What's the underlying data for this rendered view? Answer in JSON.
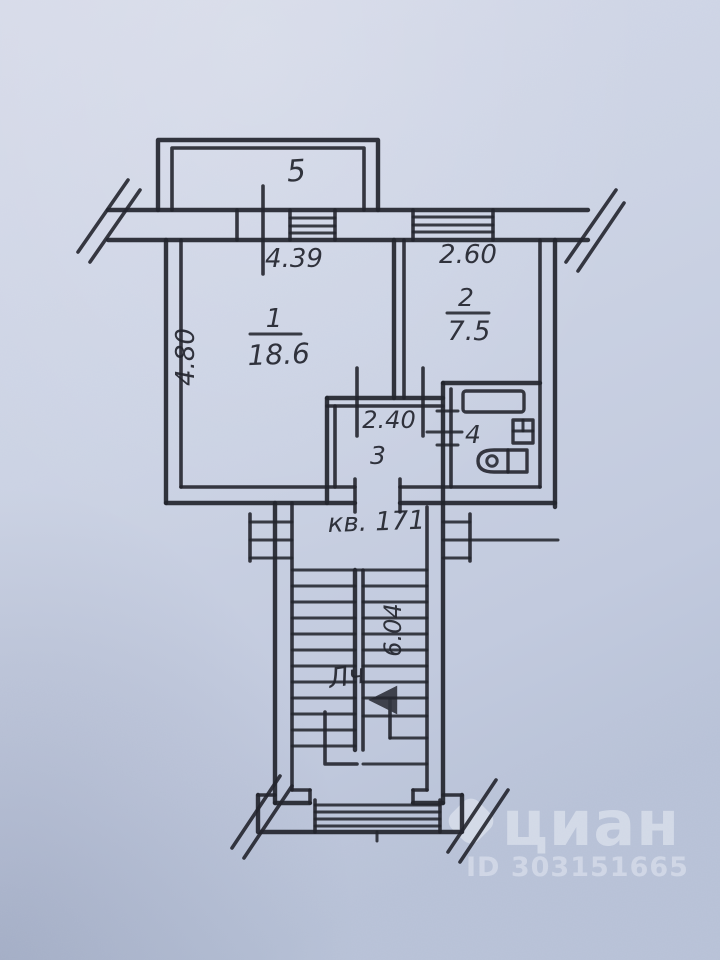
{
  "floorplan": {
    "balcony_number": "5",
    "dim_top_left": "4.39",
    "dim_top_right": "2.60",
    "dim_left_side": "4.80",
    "dim_hall_width": "2.40",
    "dim_stairwell": "6.04",
    "room1_number": "1",
    "room1_area": "18.6",
    "room2_number": "2",
    "room2_area": "7.5",
    "room3_number": "3",
    "room4_number": "4",
    "apartment_label": "кв. 171",
    "stairwell_label": "Лч"
  },
  "watermark": {
    "brand": "циан",
    "listing_id": "ID 303151665"
  },
  "colors": {
    "paper": "#ccd3e3",
    "ink": "#23252e",
    "watermark_text": "#e9edf5"
  }
}
